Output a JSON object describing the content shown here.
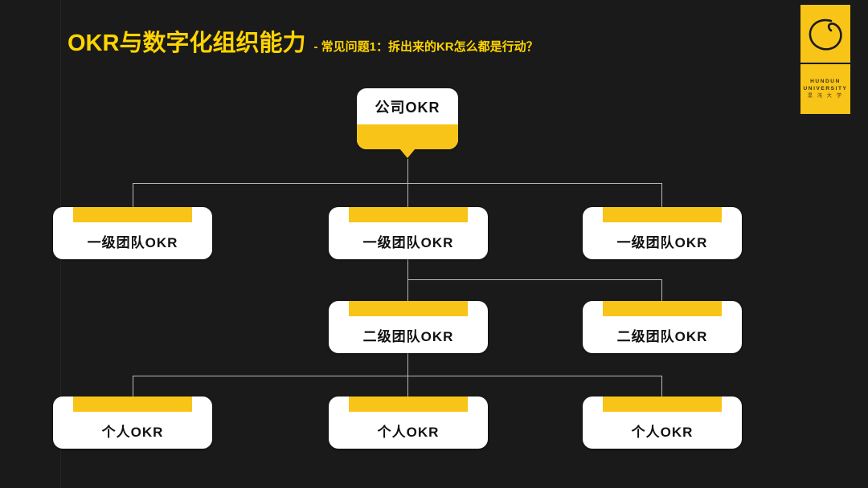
{
  "slide": {
    "background_color": "#1a1a1a",
    "accent_yellow": "#F8C417",
    "title_yellow": "#FFD400"
  },
  "header": {
    "title": "OKR与数字化组织能力",
    "subtitle": "- 常见问题1：拆出来的KR怎么都是行动？"
  },
  "logo": {
    "name_en_line1": "HUNDUN",
    "name_en_line2": "UNIVERSITY",
    "name_cn": "混 沌 大 学"
  },
  "chart_data": {
    "type": "diagram",
    "title": "OKR 对齐层级树",
    "nodes": [
      {
        "id": "root",
        "label": "公司OKR",
        "level": 0
      },
      {
        "id": "t1a",
        "label": "一级团队OKR",
        "level": 1
      },
      {
        "id": "t1b",
        "label": "一级团队OKR",
        "level": 1
      },
      {
        "id": "t1c",
        "label": "一级团队OKR",
        "level": 1
      },
      {
        "id": "t2a",
        "label": "二级团队OKR",
        "level": 2
      },
      {
        "id": "t2b",
        "label": "二级团队OKR",
        "level": 2
      },
      {
        "id": "p1",
        "label": "个人OKR",
        "level": 3
      },
      {
        "id": "p2",
        "label": "个人OKR",
        "level": 3
      },
      {
        "id": "p3",
        "label": "个人OKR",
        "level": 3
      }
    ],
    "edges": [
      {
        "from": "root",
        "to": "t1a"
      },
      {
        "from": "root",
        "to": "t1b"
      },
      {
        "from": "root",
        "to": "t1c"
      },
      {
        "from": "t1b",
        "to": "t2a"
      },
      {
        "from": "t1b",
        "to": "t2b"
      },
      {
        "from": "t2a",
        "to": "p1"
      },
      {
        "from": "t2a",
        "to": "p2"
      },
      {
        "from": "t2a",
        "to": "p3"
      }
    ]
  },
  "tree": {
    "root": {
      "label": "公司OKR"
    },
    "level1": [
      {
        "label": "一级团队OKR"
      },
      {
        "label": "一级团队OKR"
      },
      {
        "label": "一级团队OKR"
      }
    ],
    "level2": [
      {
        "label": "二级团队OKR"
      },
      {
        "label": "二级团队OKR"
      }
    ],
    "level3": [
      {
        "label": "个人OKR"
      },
      {
        "label": "个人OKR"
      },
      {
        "label": "个人OKR"
      }
    ]
  }
}
